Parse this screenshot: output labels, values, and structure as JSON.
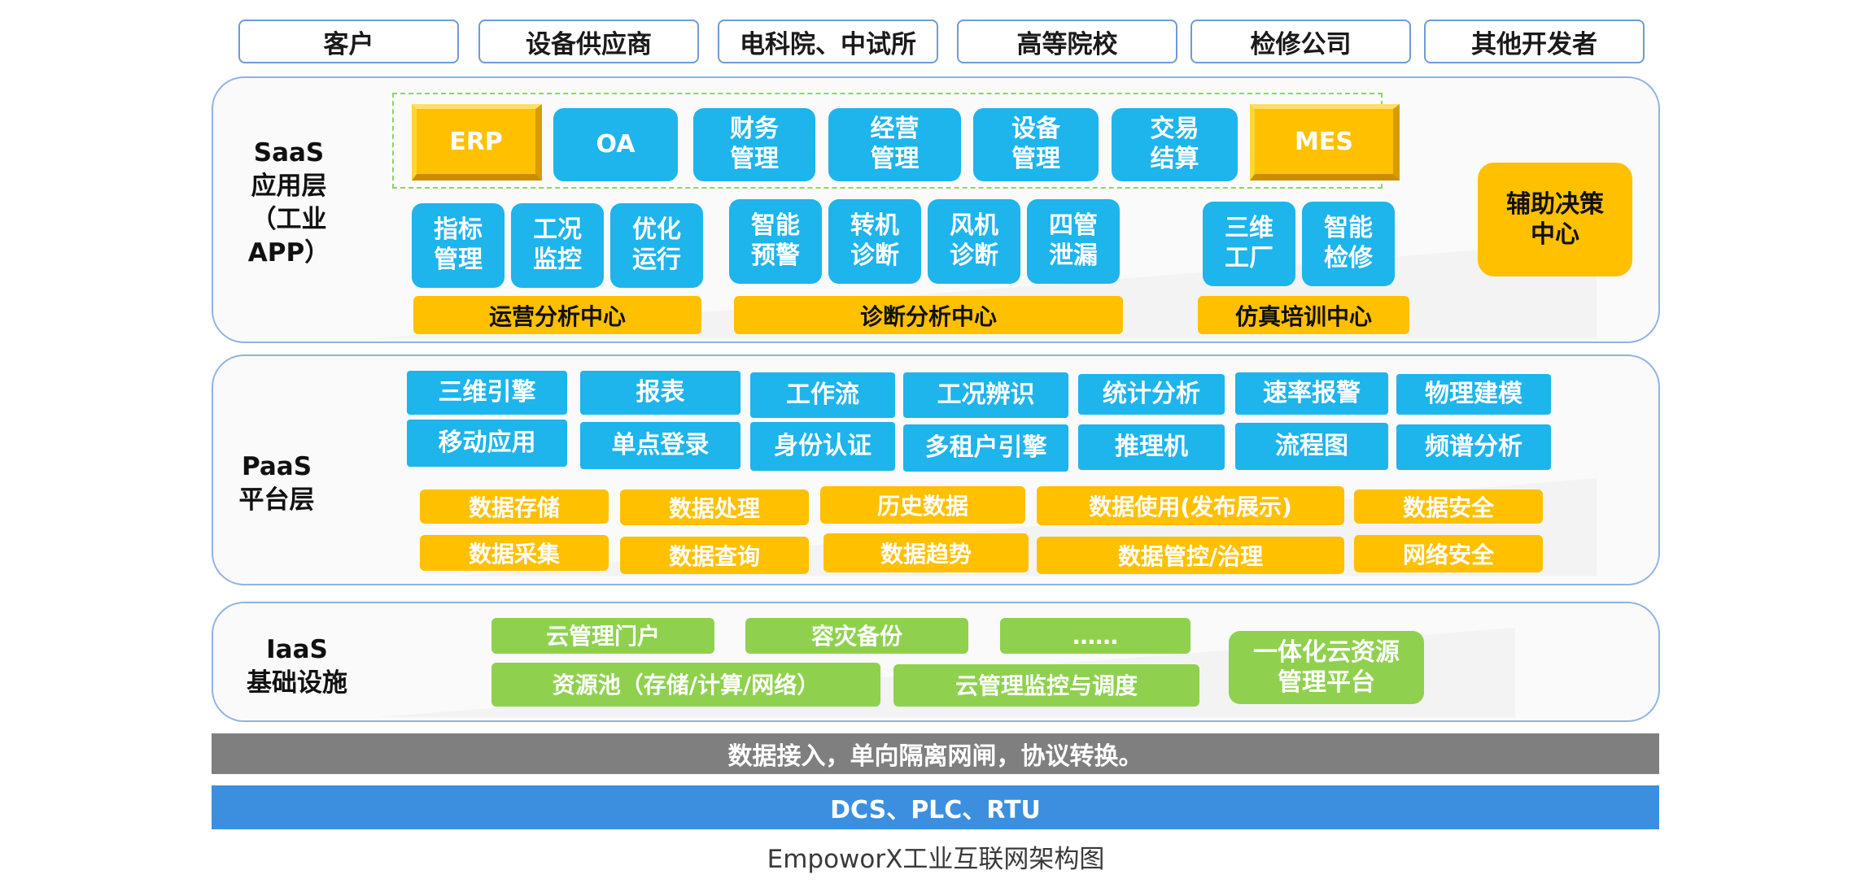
{
  "stakeholders": [
    "客户",
    "设备供应商",
    "电科院、中试所",
    "高等院校",
    "检修公司",
    "其他开发者"
  ],
  "saas": {
    "label": "SaaS\n应用层\n（工业APP）",
    "top_apps": [
      "ERP",
      "OA",
      "财务\n管理",
      "经营\n管理",
      "设备\n管理",
      "交易\n结算",
      "MES"
    ],
    "ops_apps": [
      "指标\n管理",
      "工况\n监控",
      "优化\n运行"
    ],
    "diag_apps": [
      "智能\n预警",
      "转机\n诊断",
      "风机\n诊断",
      "四管\n泄漏"
    ],
    "sim_apps": [
      "三维\n工厂",
      "智能\n检修"
    ],
    "centers": [
      "运营分析中心",
      "诊断分析中心",
      "仿真培训中心"
    ],
    "decision": "辅助决策\n中心"
  },
  "paas": {
    "label": "PaaS\n平台层",
    "row1": [
      "三维引擎",
      "报表",
      "工作流",
      "工况辨识",
      "统计分析",
      "速率报警",
      "物理建模"
    ],
    "row2": [
      "移动应用",
      "单点登录",
      "身份认证",
      "多租户引擎",
      "推理机",
      "流程图",
      "频谱分析"
    ],
    "data_row1": [
      "数据存储",
      "数据处理",
      "历史数据",
      "数据使用(发布展示)",
      "数据安全"
    ],
    "data_row2": [
      "数据采集",
      "数据查询",
      "数据趋势",
      "数据管控/治理",
      "网络安全"
    ]
  },
  "iaas": {
    "label": "IaaS\n基础设施",
    "items": [
      "云管理门户",
      "容灾备份",
      "……",
      "资源池（存储/计算/网络）",
      "云管理监控与调度"
    ],
    "platform": "一体化云资源\n管理平台"
  },
  "data_access": "数据接入，单向隔离网闸，协议转换。",
  "devices": "DCS、PLC、RTU",
  "caption": "EmpoworX工业互联网架构图"
}
